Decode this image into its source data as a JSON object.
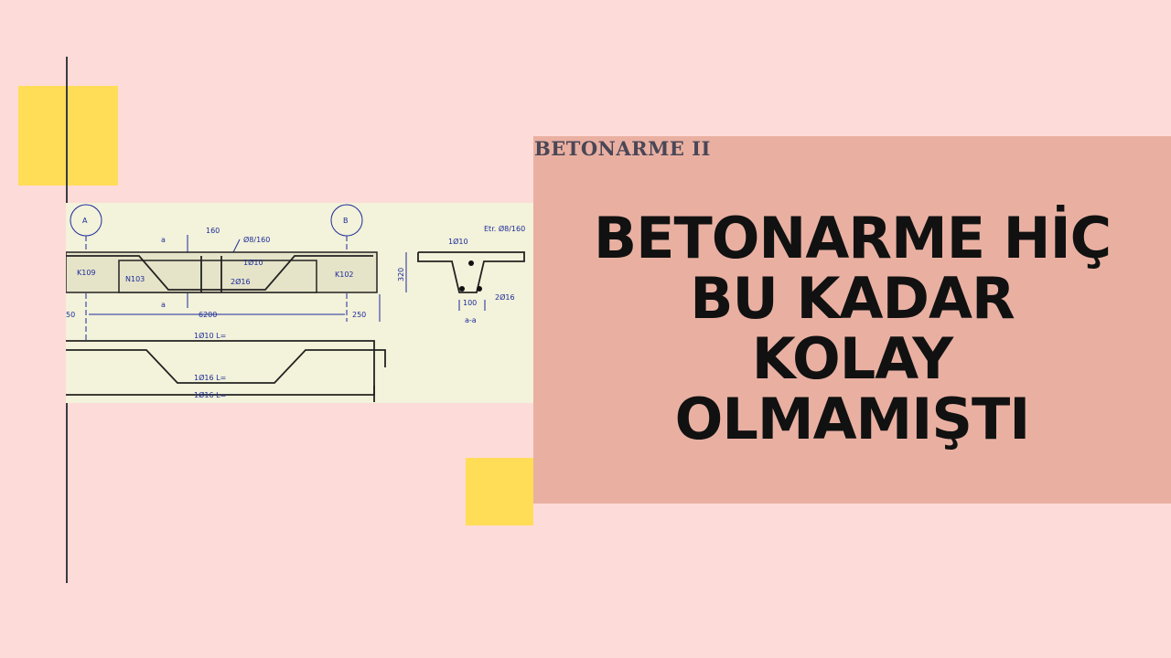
{
  "subtitle": "BETONARME II",
  "title_lines": [
    "BETONARME HİÇ",
    "BU KADAR",
    "KOLAY",
    "OLMAMIŞTI"
  ],
  "colors": {
    "background": "#fddbd8",
    "panel": "#e9b0a2",
    "accent_yellow": "#ffdd57",
    "drawing_bg": "#f3f2da",
    "drawing_ink": "#1b2b9a"
  },
  "drawing": {
    "axis_a": "A",
    "axis_b": "B",
    "column_left": "K109",
    "column_right": "K102",
    "slab": "N103",
    "stirrup_spacing": "160",
    "stirrup": "Ø8/160",
    "top_bar": "1Ø10",
    "bottom_bar": "2Ø16",
    "section_mark": "a",
    "span": "6200",
    "overhang": "250",
    "left_dim": "50",
    "bar1": "1Ø10  L=",
    "bar2": "1Ø16  L=",
    "bar3": "1Ø16  L=",
    "section": {
      "top_bar": "1Ø10",
      "stirrup": "Etr. Ø8/160",
      "height": "320",
      "width": "100",
      "bottom_bar": "2Ø16",
      "label": "a-a"
    }
  }
}
